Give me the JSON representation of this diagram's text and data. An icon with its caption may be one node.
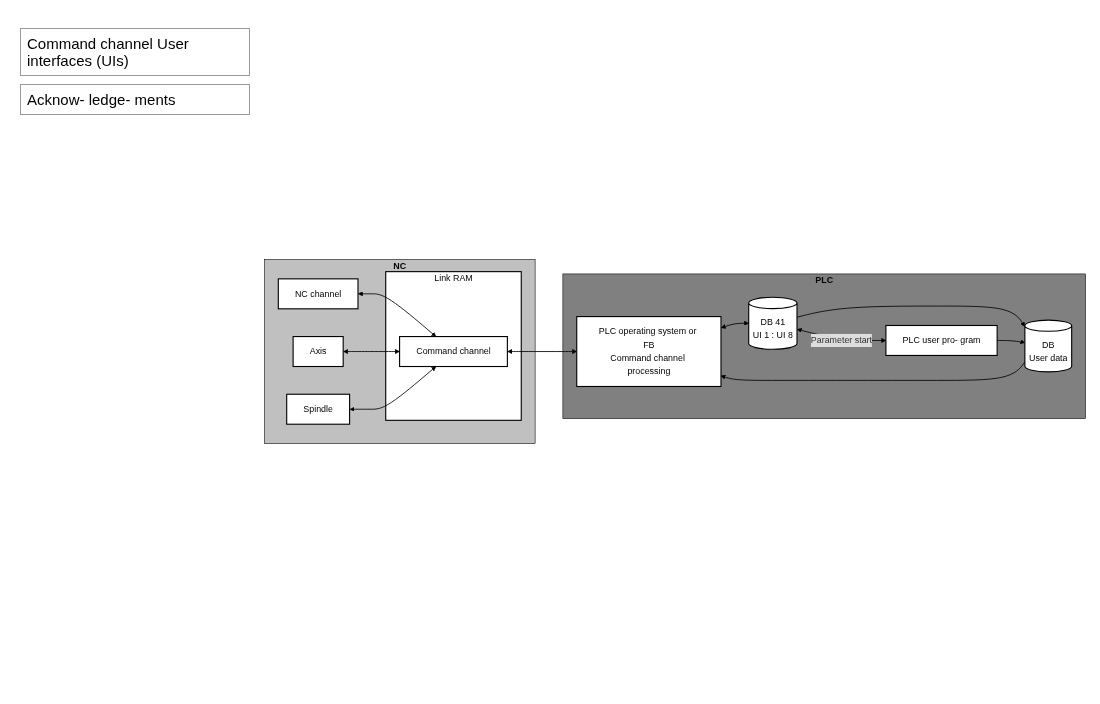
{
  "diagram": {
    "nodes": [
      {
        "text": [
          "NC"
        ]
      },
      {
        "text": [
          "PLC"
        ]
      },
      {
        "text": [
          "NC channel"
        ],
        "in": 0
      },
      {
        "text": [
          "Axis"
        ],
        "in": 0
      },
      {
        "text": [
          "Spindle"
        ],
        "in": 0
      },
      {
        "text": [
          "Link RAM"
        ],
        "in": 0
      },
      {
        "text": [
          "Command channel"
        ],
        "in": 5
      },
      {
        "text": [
          "PLC operating system or FB",
          "Command channel processing"
        ],
        "in": 1
      },
      {
        "text": [
          "DB 41",
          "UI 1 : UI 8"
        ],
        "in": 1
      },
      {
        "text": [
          "DB",
          "User data"
        ],
        "in": 1
      },
      {
        "text": [
          "PLC user pro- gram"
        ],
        "in": 1
      }
    ],
    "edges": [
      {
        "from": 2,
        "to": 6,
        "arrow": "both"
      },
      {
        "from": 3,
        "to": 6,
        "arrow": "both"
      },
      {
        "from": 4,
        "to": 6,
        "arrow": "both"
      },
      {
        "from": 6,
        "to": 7,
        "arrow": "both"
      },
      {
        "from": 7,
        "to": 8,
        "arrow": "both"
      },
      {
        "from": 8,
        "to": 9,
        "arrow": "to"
      },
      {
        "from": 9,
        "to": 7,
        "arrow": "to"
      },
      {
        "from": 8,
        "to": 10,
        "label": "Parameter start",
        "arrow": "both"
      },
      {
        "from": 10,
        "to": 9,
        "arrow": "to"
      }
    ],
    "labels": [
      "Command channel User interfaces (UIs)",
      "Acknow- ledge- ments"
    ]
  }
}
